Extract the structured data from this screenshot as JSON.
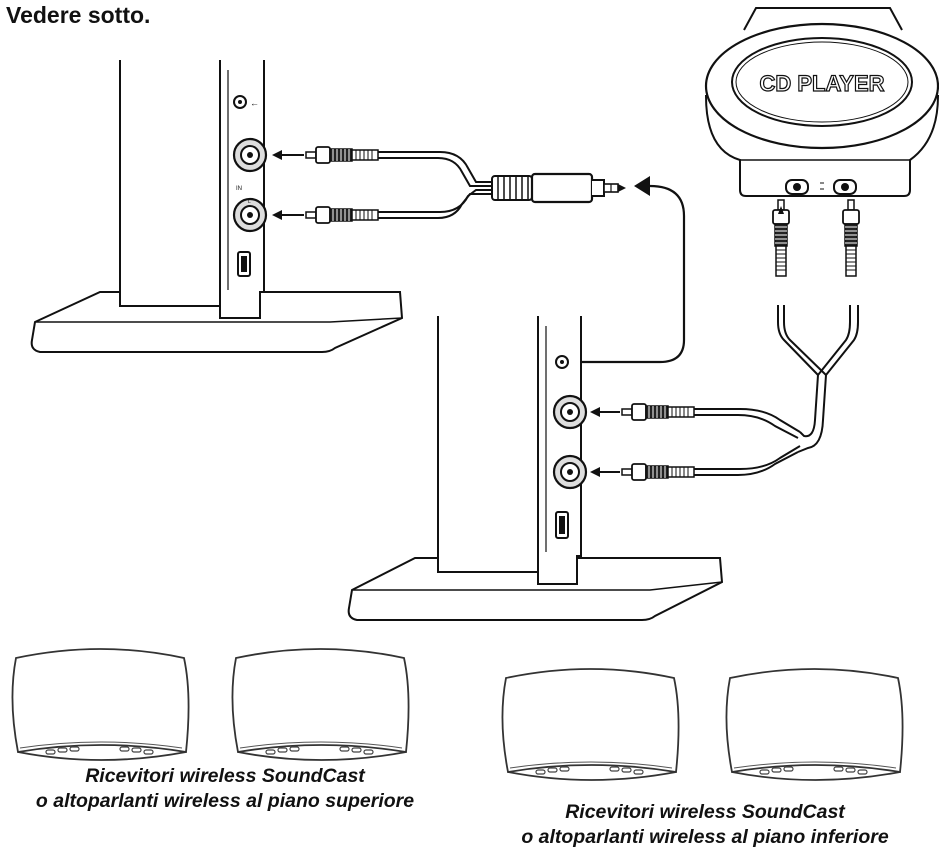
{
  "heading": "Vedere sotto.",
  "cd_player": {
    "label": "CD PLAYER"
  },
  "transmitter": {
    "in_label": "IN",
    "channel_label": "L"
  },
  "captions": {
    "upstairs": [
      "Ricevitori wireless SoundCast",
      "o altoparlanti wireless al piano superiore"
    ],
    "downstairs": [
      "Ricevitori wireless SoundCast",
      "o altoparlanti wireless al piano inferiore"
    ]
  },
  "colors": {
    "line": "#111111",
    "base_fill": "#ffffff",
    "port_fill": "#dddddd"
  }
}
